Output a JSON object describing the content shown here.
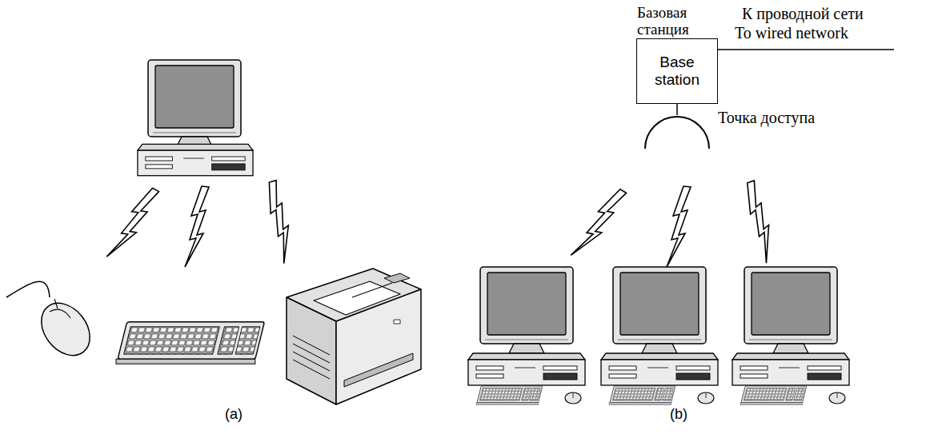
{
  "diagram": {
    "nodes": [
      {
        "text": [
          "Базовая станция",
          "Base station"
        ]
      }
    ],
    "labels": [
      "К проводной сети",
      "To wired network",
      "Точка доступа",
      "(a)",
      "(b)"
    ]
  }
}
